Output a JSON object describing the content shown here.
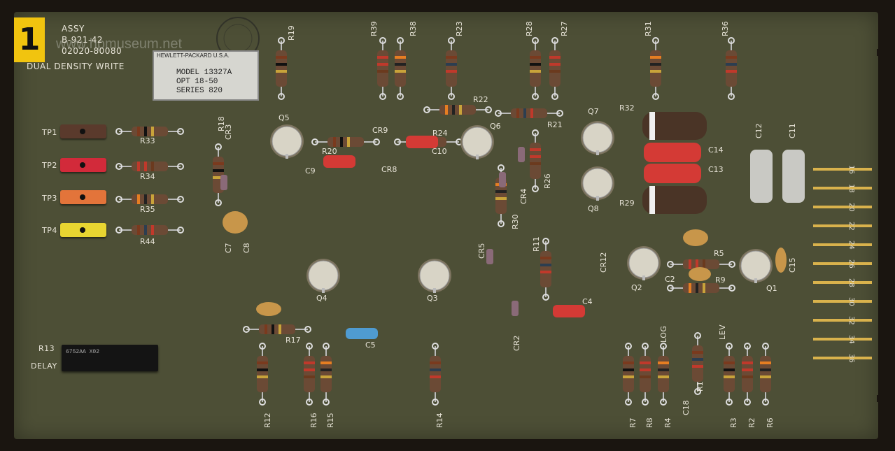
{
  "badge": "1",
  "watermark": "www.hpmuseum.net",
  "header": {
    "assy": "ASSY",
    "part1": "B-921-42",
    "part2": "02020-80080",
    "title": "DUAL DENSITY WRITE"
  },
  "plate": {
    "manufacturer": "HEWLETT-PACKARD U.S.A.",
    "model": "MODEL 13327A",
    "opt": "OPT 18-50",
    "series": "SERIES 820"
  },
  "test_points": [
    {
      "label": "TP1",
      "color": "#5a3a2c"
    },
    {
      "label": "TP2",
      "color": "#d22a3a"
    },
    {
      "label": "TP3",
      "color": "#e3743a"
    },
    {
      "label": "TP4",
      "color": "#e8d531"
    }
  ],
  "delay_chip": {
    "designator": "R13",
    "side_label": "DELAY",
    "marking": "6752AA X02"
  },
  "resistors_h": [
    {
      "ref": "R33"
    },
    {
      "ref": "R34"
    },
    {
      "ref": "R35"
    },
    {
      "ref": "R44"
    },
    {
      "ref": "R20"
    },
    {
      "ref": "R24"
    },
    {
      "ref": "R22"
    },
    {
      "ref": "R21"
    },
    {
      "ref": "R17"
    },
    {
      "ref": "R5"
    },
    {
      "ref": "R9"
    }
  ],
  "resistors_v": [
    {
      "ref": "R19"
    },
    {
      "ref": "R39"
    },
    {
      "ref": "R38"
    },
    {
      "ref": "R23"
    },
    {
      "ref": "R28"
    },
    {
      "ref": "R27"
    },
    {
      "ref": "R31"
    },
    {
      "ref": "R36"
    },
    {
      "ref": "R18"
    },
    {
      "ref": "R26"
    },
    {
      "ref": "R30"
    },
    {
      "ref": "R11"
    },
    {
      "ref": "R12"
    },
    {
      "ref": "R16"
    },
    {
      "ref": "R15"
    },
    {
      "ref": "R14"
    },
    {
      "ref": "R7"
    },
    {
      "ref": "R8"
    },
    {
      "ref": "R4"
    },
    {
      "ref": "R1"
    },
    {
      "ref": "R3"
    },
    {
      "ref": "R2"
    },
    {
      "ref": "R6"
    }
  ],
  "transistors": [
    {
      "ref": "Q5"
    },
    {
      "ref": "Q6"
    },
    {
      "ref": "Q7"
    },
    {
      "ref": "Q8"
    },
    {
      "ref": "Q4"
    },
    {
      "ref": "Q3"
    },
    {
      "ref": "Q2"
    },
    {
      "ref": "Q1"
    }
  ],
  "caps_and_diodes": [
    {
      "ref": "CR9"
    },
    {
      "ref": "CR8"
    },
    {
      "ref": "C9"
    },
    {
      "ref": "C10"
    },
    {
      "ref": "CR3"
    },
    {
      "ref": "C7"
    },
    {
      "ref": "C8"
    },
    {
      "ref": "CR4"
    },
    {
      "ref": "CR5"
    },
    {
      "ref": "CR2"
    },
    {
      "ref": "C5"
    },
    {
      "ref": "C4"
    },
    {
      "ref": "CR12"
    },
    {
      "ref": "C2"
    },
    {
      "ref": "C15"
    },
    {
      "ref": "C14"
    },
    {
      "ref": "C13"
    },
    {
      "ref": "C12"
    },
    {
      "ref": "C11"
    },
    {
      "ref": "C18"
    },
    {
      "ref": "R32"
    },
    {
      "ref": "R29"
    }
  ],
  "log_lev": {
    "left": "LOG",
    "right": "LEV"
  },
  "edge_pins": [
    "16",
    "18",
    "20",
    "22",
    "24",
    "26",
    "28",
    "30",
    "32",
    "34",
    "36"
  ]
}
